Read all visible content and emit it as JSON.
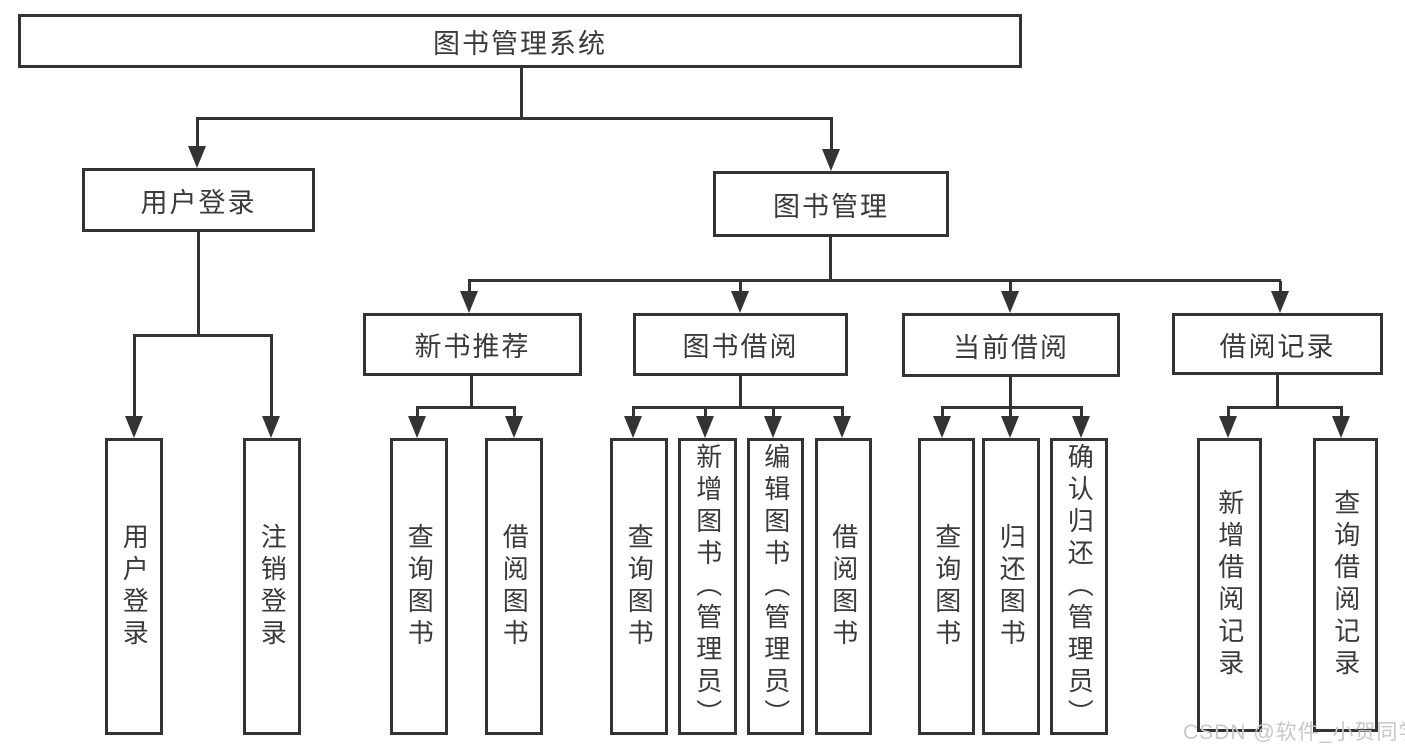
{
  "title": "图书管理系统",
  "tree": {
    "root": "图书管理系统",
    "branches": [
      {
        "label": "用户登录",
        "leaves": [
          "用户登录",
          "注销登录"
        ]
      },
      {
        "label": "图书管理",
        "groups": [
          {
            "label": "新书推荐",
            "leaves": [
              "查询图书",
              "借阅图书"
            ]
          },
          {
            "label": "图书借阅",
            "leaves": [
              "查询图书",
              "新增图书（管理员）",
              "编辑图书（管理员）",
              "借阅图书"
            ]
          },
          {
            "label": "当前借阅",
            "leaves": [
              "查询图书",
              "归还图书",
              "确认归还（管理员）"
            ]
          },
          {
            "label": "借阅记录",
            "leaves": [
              "新增借阅记录",
              "查询借阅记录"
            ]
          }
        ]
      }
    ]
  },
  "watermark": "CSDN @软件_小贺同学",
  "colors": {
    "line": "#333333",
    "text": "#3a3a3a",
    "watermark": "#c8c8c8",
    "background": "#ffffff"
  }
}
